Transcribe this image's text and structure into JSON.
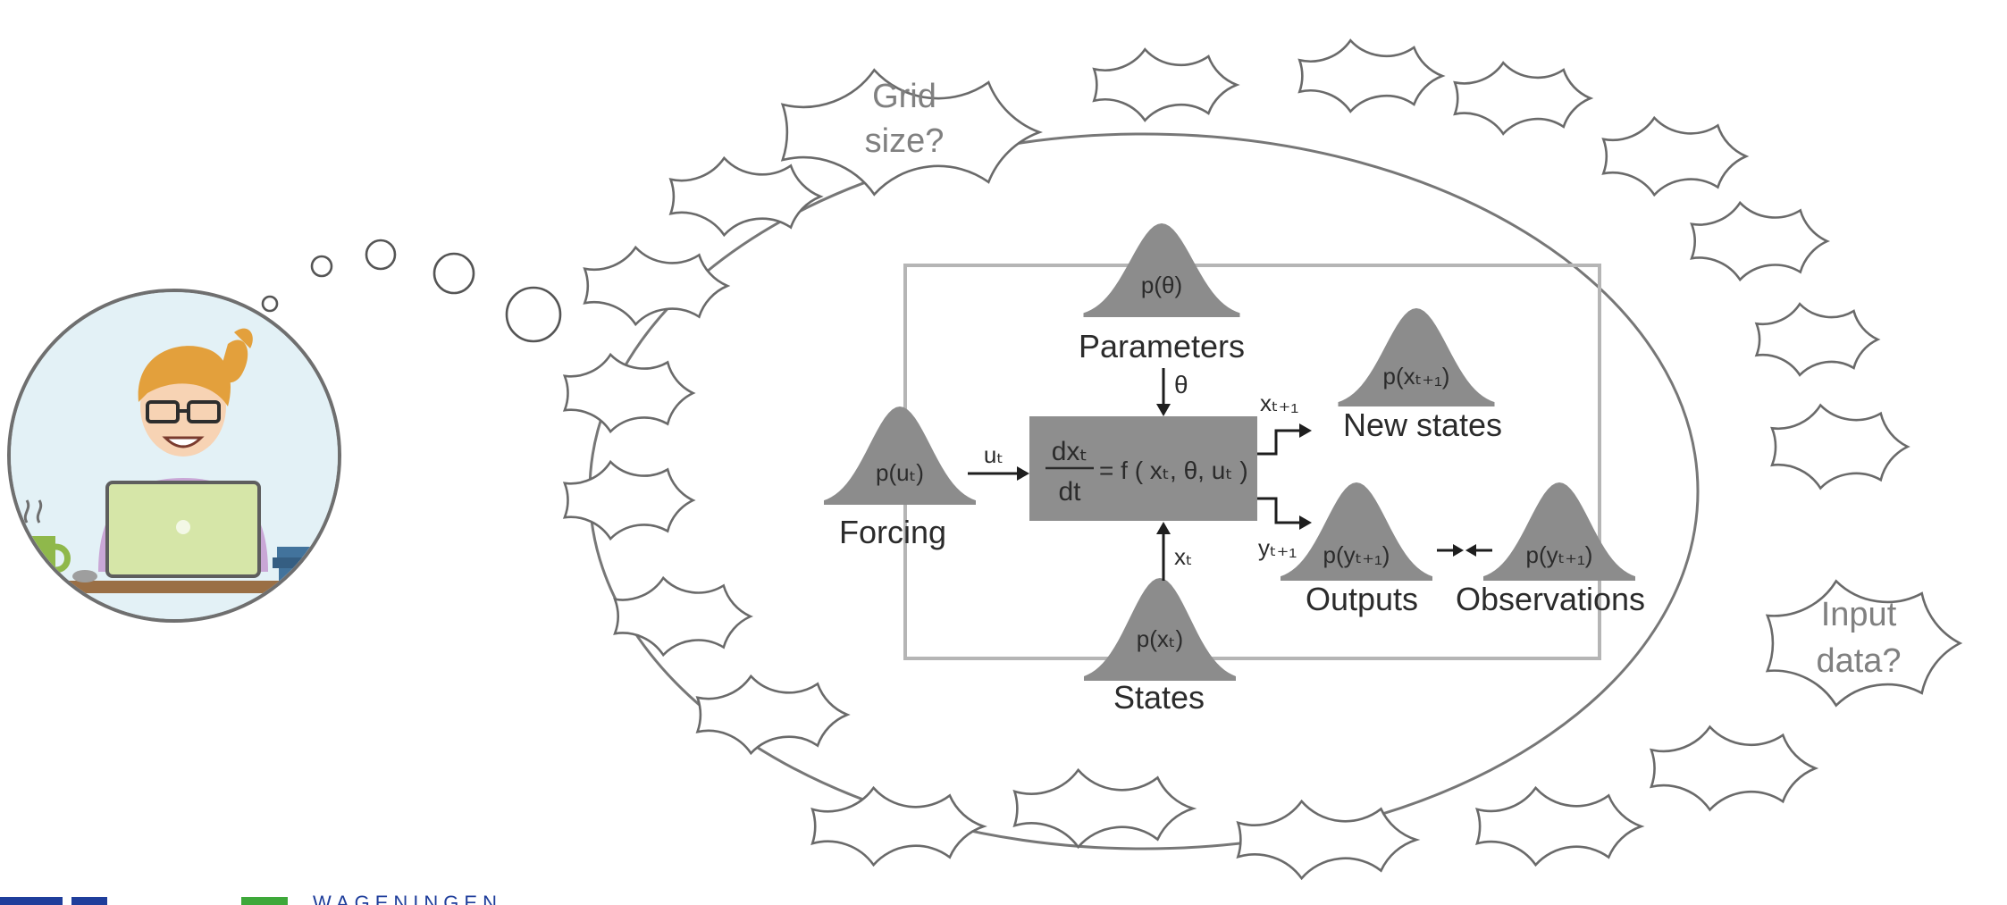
{
  "thoughts": {
    "grid": [
      "Grid",
      "size?"
    ],
    "input": [
      "Input",
      "data?"
    ]
  },
  "model": {
    "parameters": {
      "dist": "p(θ)",
      "label": "Parameters",
      "arrow": "θ"
    },
    "forcing": {
      "dist": "p(uₜ)",
      "label": "Forcing",
      "arrow": "uₜ"
    },
    "states": {
      "dist": "p(xₜ)",
      "label": "States",
      "arrow": "xₜ"
    },
    "equation": {
      "num": "dxₜ",
      "den": "dt",
      "rhs": "= f ( xₜ, θ, uₜ )"
    },
    "new_states": {
      "dist": "p(xₜ₊₁)",
      "label": "New states",
      "arrow": "xₜ₊₁"
    },
    "outputs": {
      "dist": "p(yₜ₊₁)",
      "label": "Outputs",
      "arrow": "yₜ₊₁"
    },
    "observations": {
      "dist": "p(yₜ₊₁)",
      "label": "Observations"
    }
  },
  "footer": {
    "logo_text": "WAGENINGEN"
  },
  "colors": {
    "cloud_stroke": "#6a6a6a",
    "bell_fill": "#8c8c8c",
    "box_fill": "#8e8e8e",
    "brand_blue": "#1f3e9b",
    "brand_green": "#3ea83a"
  }
}
